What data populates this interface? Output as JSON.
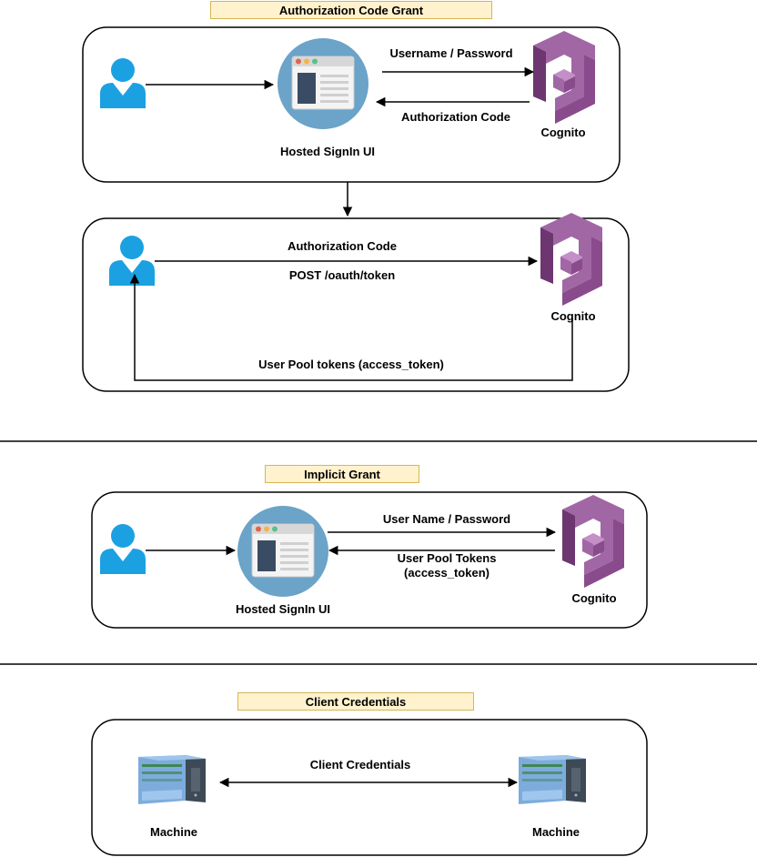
{
  "sections": {
    "authorization_code": {
      "title": "Authorization Code Grant",
      "step1": {
        "hosted_ui_label": "Hosted SignIn UI",
        "cognito_label": "Cognito",
        "request_label": "Username / Password",
        "response_label": "Authorization Code"
      },
      "step2": {
        "cognito_label": "Cognito",
        "request_label_1": "Authorization Code",
        "request_label_2": "POST /oauth/token",
        "response_label": "User Pool tokens (access_token)"
      }
    },
    "implicit": {
      "title": "Implicit Grant",
      "hosted_ui_label": "Hosted SignIn UI",
      "cognito_label": "Cognito",
      "request_label": "User Name / Password",
      "response_label_1": "User Pool Tokens",
      "response_label_2": "(access_token)"
    },
    "client_credentials": {
      "title": "Client Credentials",
      "link_label": "Client Credentials",
      "machine_left_label": "Machine",
      "machine_right_label": "Machine"
    }
  },
  "colors": {
    "user_icon": "#1ba1e2",
    "browser_circle": "#6ba3c9",
    "cognito_icon": "#a167a5",
    "title_fill": "#fff2cc",
    "title_border": "#d6b656"
  },
  "icons": [
    "user-icon",
    "browser-window-icon",
    "cognito-icon",
    "machine-icon"
  ]
}
